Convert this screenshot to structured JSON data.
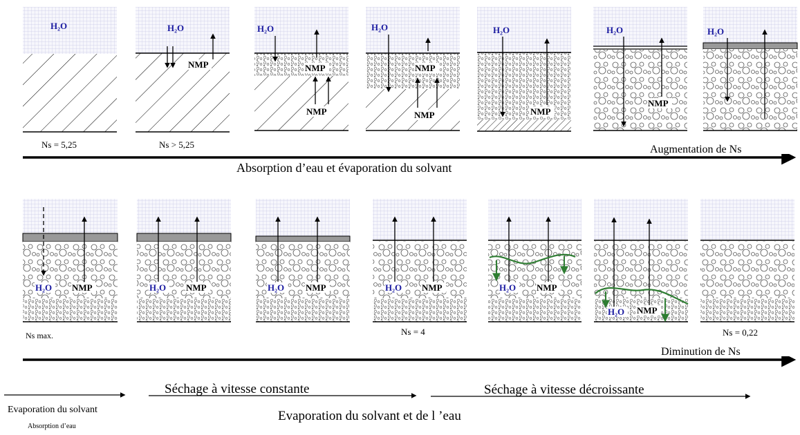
{
  "chem": {
    "water": "H₂O",
    "solvent": "NMP"
  },
  "row1": {
    "ns_labels": [
      "Ns = 5,25",
      "Ns > 5,25"
    ],
    "trend_label": "Augmentation de Ns",
    "arrow_label": "Absorption d’eau et évaporation du solvant"
  },
  "row2": {
    "ns_labels": [
      "Ns max.",
      "Ns = 4",
      "Ns = 0,22"
    ],
    "trend_label": "Diminution de Ns"
  },
  "phases": {
    "constant": "Séchage à vitesse constante",
    "decreasing": "Séchage à vitesse décroissante",
    "solvent_evap": "Evaporation du solvant",
    "water_absorption": "Absorption d’eau",
    "solvent_water_evap": "Evaporation du solvant et de l ’eau"
  },
  "colors": {
    "water_label": "#1a1aa0",
    "front": "#2e7d32",
    "skin": "#999999"
  }
}
